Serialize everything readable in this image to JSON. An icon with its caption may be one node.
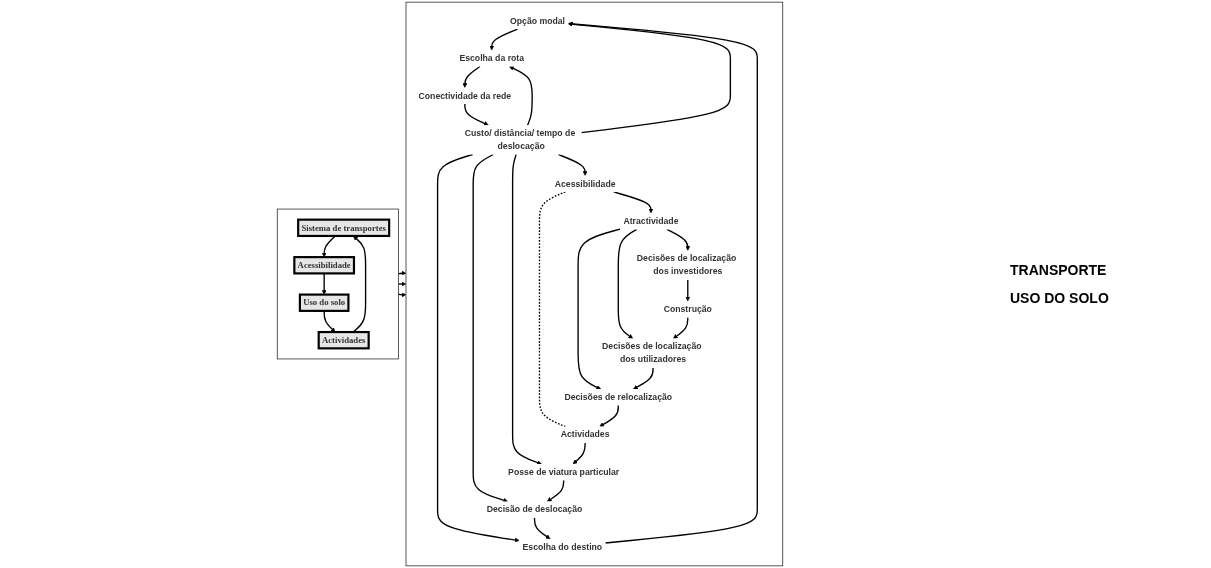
{
  "diagram": {
    "nodes": [
      {
        "text": [],
        "shape": "box"
      },
      {
        "text": [
          "Sistema de transportes"
        ],
        "in": 0
      },
      {
        "text": [
          "Acessibilidade"
        ],
        "in": 0
      },
      {
        "text": [
          "Actividades"
        ],
        "in": 0
      },
      {
        "text": [
          "Uso do solo"
        ],
        "in": 0
      },
      {
        "text": [],
        "shape": "box"
      },
      {
        "text": [
          "Opção modal"
        ],
        "in": 5
      },
      {
        "text": [
          "Escolha da rota"
        ],
        "in": 5
      },
      {
        "text": [
          "Escolha do destino"
        ],
        "in": 5
      },
      {
        "text": [
          "Conectividade da rede"
        ],
        "in": 5
      },
      {
        "text": [
          "Decisão de deslocação"
        ],
        "in": 5
      },
      {
        "text": [
          "Custo/ distância/ tempo de deslocação"
        ],
        "in": 5
      },
      {
        "text": [
          "Posse de viatura particular"
        ],
        "in": 5
      },
      {
        "text": [
          "Acessibilidade"
        ],
        "in": 5
      },
      {
        "text": [
          "Actividades"
        ],
        "in": 5
      },
      {
        "text": [
          "Atractividade"
        ],
        "in": 5
      },
      {
        "text": [
          "Decisões de relocalização"
        ],
        "in": 5
      },
      {
        "text": [
          "Decisões de localização dos investidores"
        ],
        "in": 5
      },
      {
        "text": [
          "Decisões de localização dos utilizadores"
        ],
        "in": 5
      },
      {
        "text": [
          "Construção"
        ],
        "in": 5
      }
    ],
    "edges": [
      {
        "from": 1,
        "to": 2,
        "arrow": "to"
      },
      {
        "from": 2,
        "to": 4,
        "arrow": "to"
      },
      {
        "from": 4,
        "to": 3,
        "arrow": "to"
      },
      {
        "from": 3,
        "to": 1,
        "arrow": "to"
      },
      {
        "from": 0,
        "to": 5,
        "arrow": "to"
      },
      {
        "from": 0,
        "to": 5,
        "arrow": "to"
      },
      {
        "from": 0,
        "to": 5,
        "arrow": "to"
      },
      {
        "from": 8,
        "to": 6,
        "arrow": "to"
      },
      {
        "from": 6,
        "to": 7,
        "arrow": "to"
      },
      {
        "from": 7,
        "to": 9,
        "arrow": "to"
      },
      {
        "from": 9,
        "to": 11,
        "arrow": "to"
      },
      {
        "from": 11,
        "to": 7,
        "arrow": "to"
      },
      {
        "from": 11,
        "to": 6,
        "arrow": "to"
      },
      {
        "from": 11,
        "to": 8,
        "arrow": "to"
      },
      {
        "from": 11,
        "to": 10,
        "arrow": "to"
      },
      {
        "from": 11,
        "to": 12,
        "arrow": "to"
      },
      {
        "from": 12,
        "to": 10,
        "arrow": "to"
      },
      {
        "from": 10,
        "to": 8,
        "arrow": "to"
      },
      {
        "from": 11,
        "to": 13,
        "arrow": "to"
      },
      {
        "from": 13,
        "to": 14,
        "arrow": "none",
        "style": "dashed"
      },
      {
        "from": 14,
        "to": 12,
        "arrow": "to"
      },
      {
        "from": 13,
        "to": 15,
        "arrow": "to"
      },
      {
        "from": 15,
        "to": 16,
        "arrow": "to"
      },
      {
        "from": 15,
        "to": 18,
        "arrow": "to"
      },
      {
        "from": 15,
        "to": 17,
        "arrow": "to"
      },
      {
        "from": 17,
        "to": 19,
        "arrow": "to"
      },
      {
        "from": 19,
        "to": 18,
        "arrow": "to"
      },
      {
        "from": 18,
        "to": 16,
        "arrow": "to"
      },
      {
        "from": 16,
        "to": 14,
        "arrow": "to"
      }
    ],
    "labels": [
      "TRANSPORTE",
      "USO DO SOLO"
    ]
  }
}
